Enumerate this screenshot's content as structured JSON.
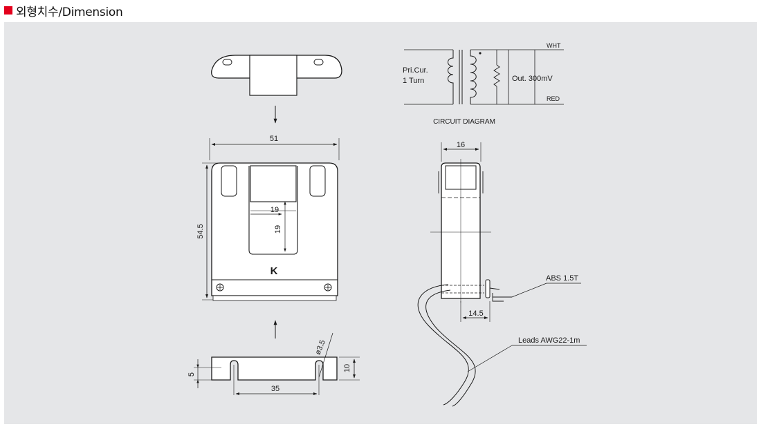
{
  "header": {
    "title": "외형치수/Dimension",
    "marker_color": "#e3001b"
  },
  "drawing": {
    "background": "#e5e6e8",
    "front_view": {
      "width_dim": "51",
      "height_dim": "54.5",
      "window_width_dim": "19",
      "window_height_dim": "19",
      "model_mark": "K"
    },
    "bottom_view": {
      "hole_dim": "ø3.5",
      "pitch_dim": "35",
      "height_dim": "10",
      "step_dim": "5"
    },
    "side_view": {
      "width_dim": "16",
      "depth_dim": "14.5",
      "abs_label": "ABS 1.5T",
      "leads_label": "Leads AWG22-1m"
    },
    "circuit": {
      "primary_line1": "Pri.Cur.",
      "primary_line2": "1 Turn",
      "output_label": "Out. 300mV",
      "wht_label": "WHT",
      "red_label": "RED",
      "caption": "CIRCUIT DIAGRAM"
    }
  }
}
